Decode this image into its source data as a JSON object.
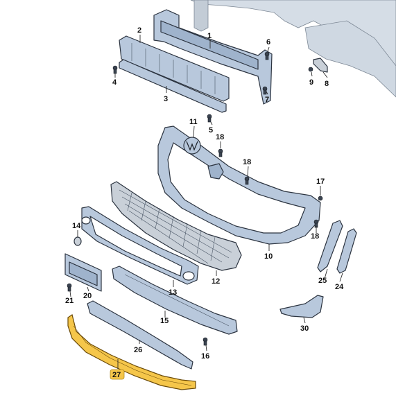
{
  "labels": {
    "p1": "1",
    "p2": "2",
    "p3": "3",
    "p4": "4",
    "p5": "5",
    "p6": "6",
    "p7": "7",
    "p8": "8",
    "p9": "9",
    "p10": "10",
    "p11": "11",
    "p12": "12",
    "p13": "13",
    "p14": "14",
    "p15": "15",
    "p16": "16",
    "p17": "17",
    "p18a": "18",
    "p18b": "18",
    "p18c": "18",
    "p20": "20",
    "p21": "21",
    "p24": "24",
    "p25": "25",
    "p26": "26",
    "p27": "27",
    "p30": "30"
  },
  "colors": {
    "part_fill": "#b8c8dc",
    "highlight": "#f5c64a"
  }
}
